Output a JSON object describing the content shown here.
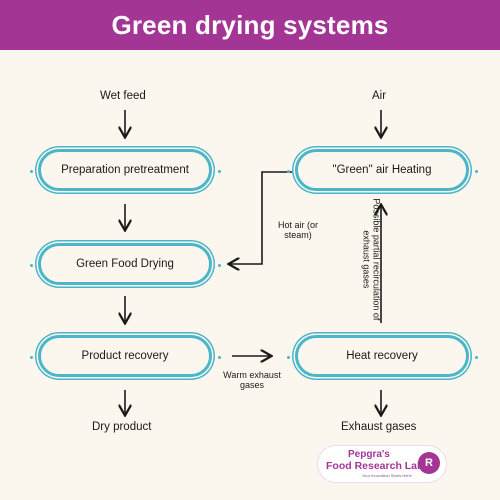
{
  "header": {
    "title": "Green drying systems"
  },
  "nodes": {
    "preparation": "Preparation pretreatment",
    "drying": "Green Food Drying",
    "product_recovery": "Product recovery",
    "air_heating": "\"Green\" air Heating",
    "heat_recovery": "Heat recovery"
  },
  "terminals": {
    "wet_feed": "Wet feed",
    "air": "Air",
    "dry_product": "Dry product",
    "exhaust_gases": "Exhaust gases"
  },
  "edge_labels": {
    "hot_air": "Hot air (or steam)",
    "warm_exhaust": "Warm exhaust gases",
    "recirculation": "Possible partial recirculation of exhaust gases"
  },
  "logo": {
    "line1": "Pepgra's",
    "line2": "Food Research Lab",
    "line3": "Your Innovation Starts Here!",
    "mark": "R"
  },
  "colors": {
    "banner": "#a33595",
    "node_border": "#4bb6c9",
    "background": "#fbf7ee"
  }
}
